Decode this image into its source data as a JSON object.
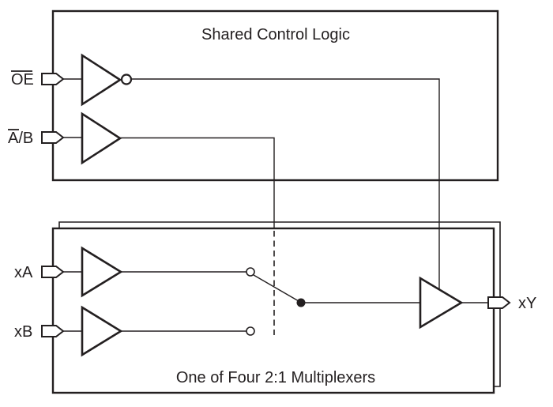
{
  "figure": {
    "top_block": {
      "title": "Shared Control Logic"
    },
    "bottom_block": {
      "title": "One of Four 2:1 Multiplexers"
    },
    "signals": {
      "oe": "OE",
      "ab": "A/B",
      "xa": "xA",
      "xb": "xB",
      "xy": "xY"
    },
    "colors": {
      "stroke": "#231f20",
      "text": "#231f20",
      "background": "#ffffff"
    }
  }
}
